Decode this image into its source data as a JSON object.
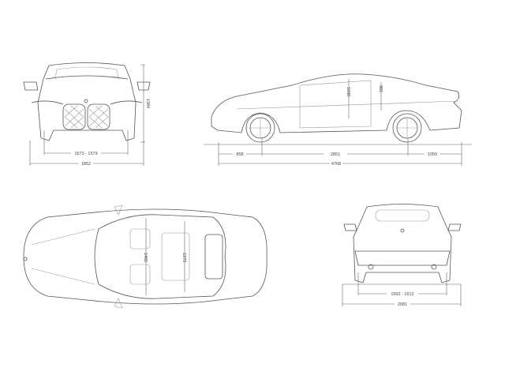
{
  "views": {
    "front": {
      "height": "1384",
      "track": "1573 - 1579",
      "width": "1852"
    },
    "side": {
      "front_headroom": "1030",
      "rear_headroom": "981",
      "front_overhang": "858",
      "wheelbase": "2851",
      "rear_overhang": "1059",
      "length": "4768"
    },
    "top": {
      "front_shoulder": "1465",
      "rear_shoulder": "1373"
    },
    "rear": {
      "track": "1592 - 1612",
      "width_mirrors": "2081"
    }
  }
}
